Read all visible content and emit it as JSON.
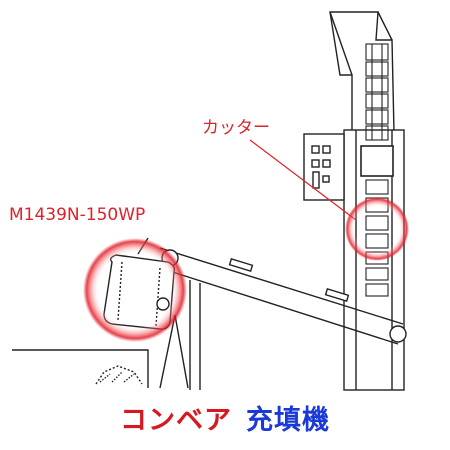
{
  "labels": {
    "cutter": "カッター",
    "model": "M1439N-150WP"
  },
  "caption": {
    "conveyor": "コンベア",
    "filler": "充填機"
  },
  "colors": {
    "highlight_red": "#e0202a",
    "caption_red": "#d81820",
    "caption_blue": "#1a3ad8",
    "line": "#222222"
  }
}
